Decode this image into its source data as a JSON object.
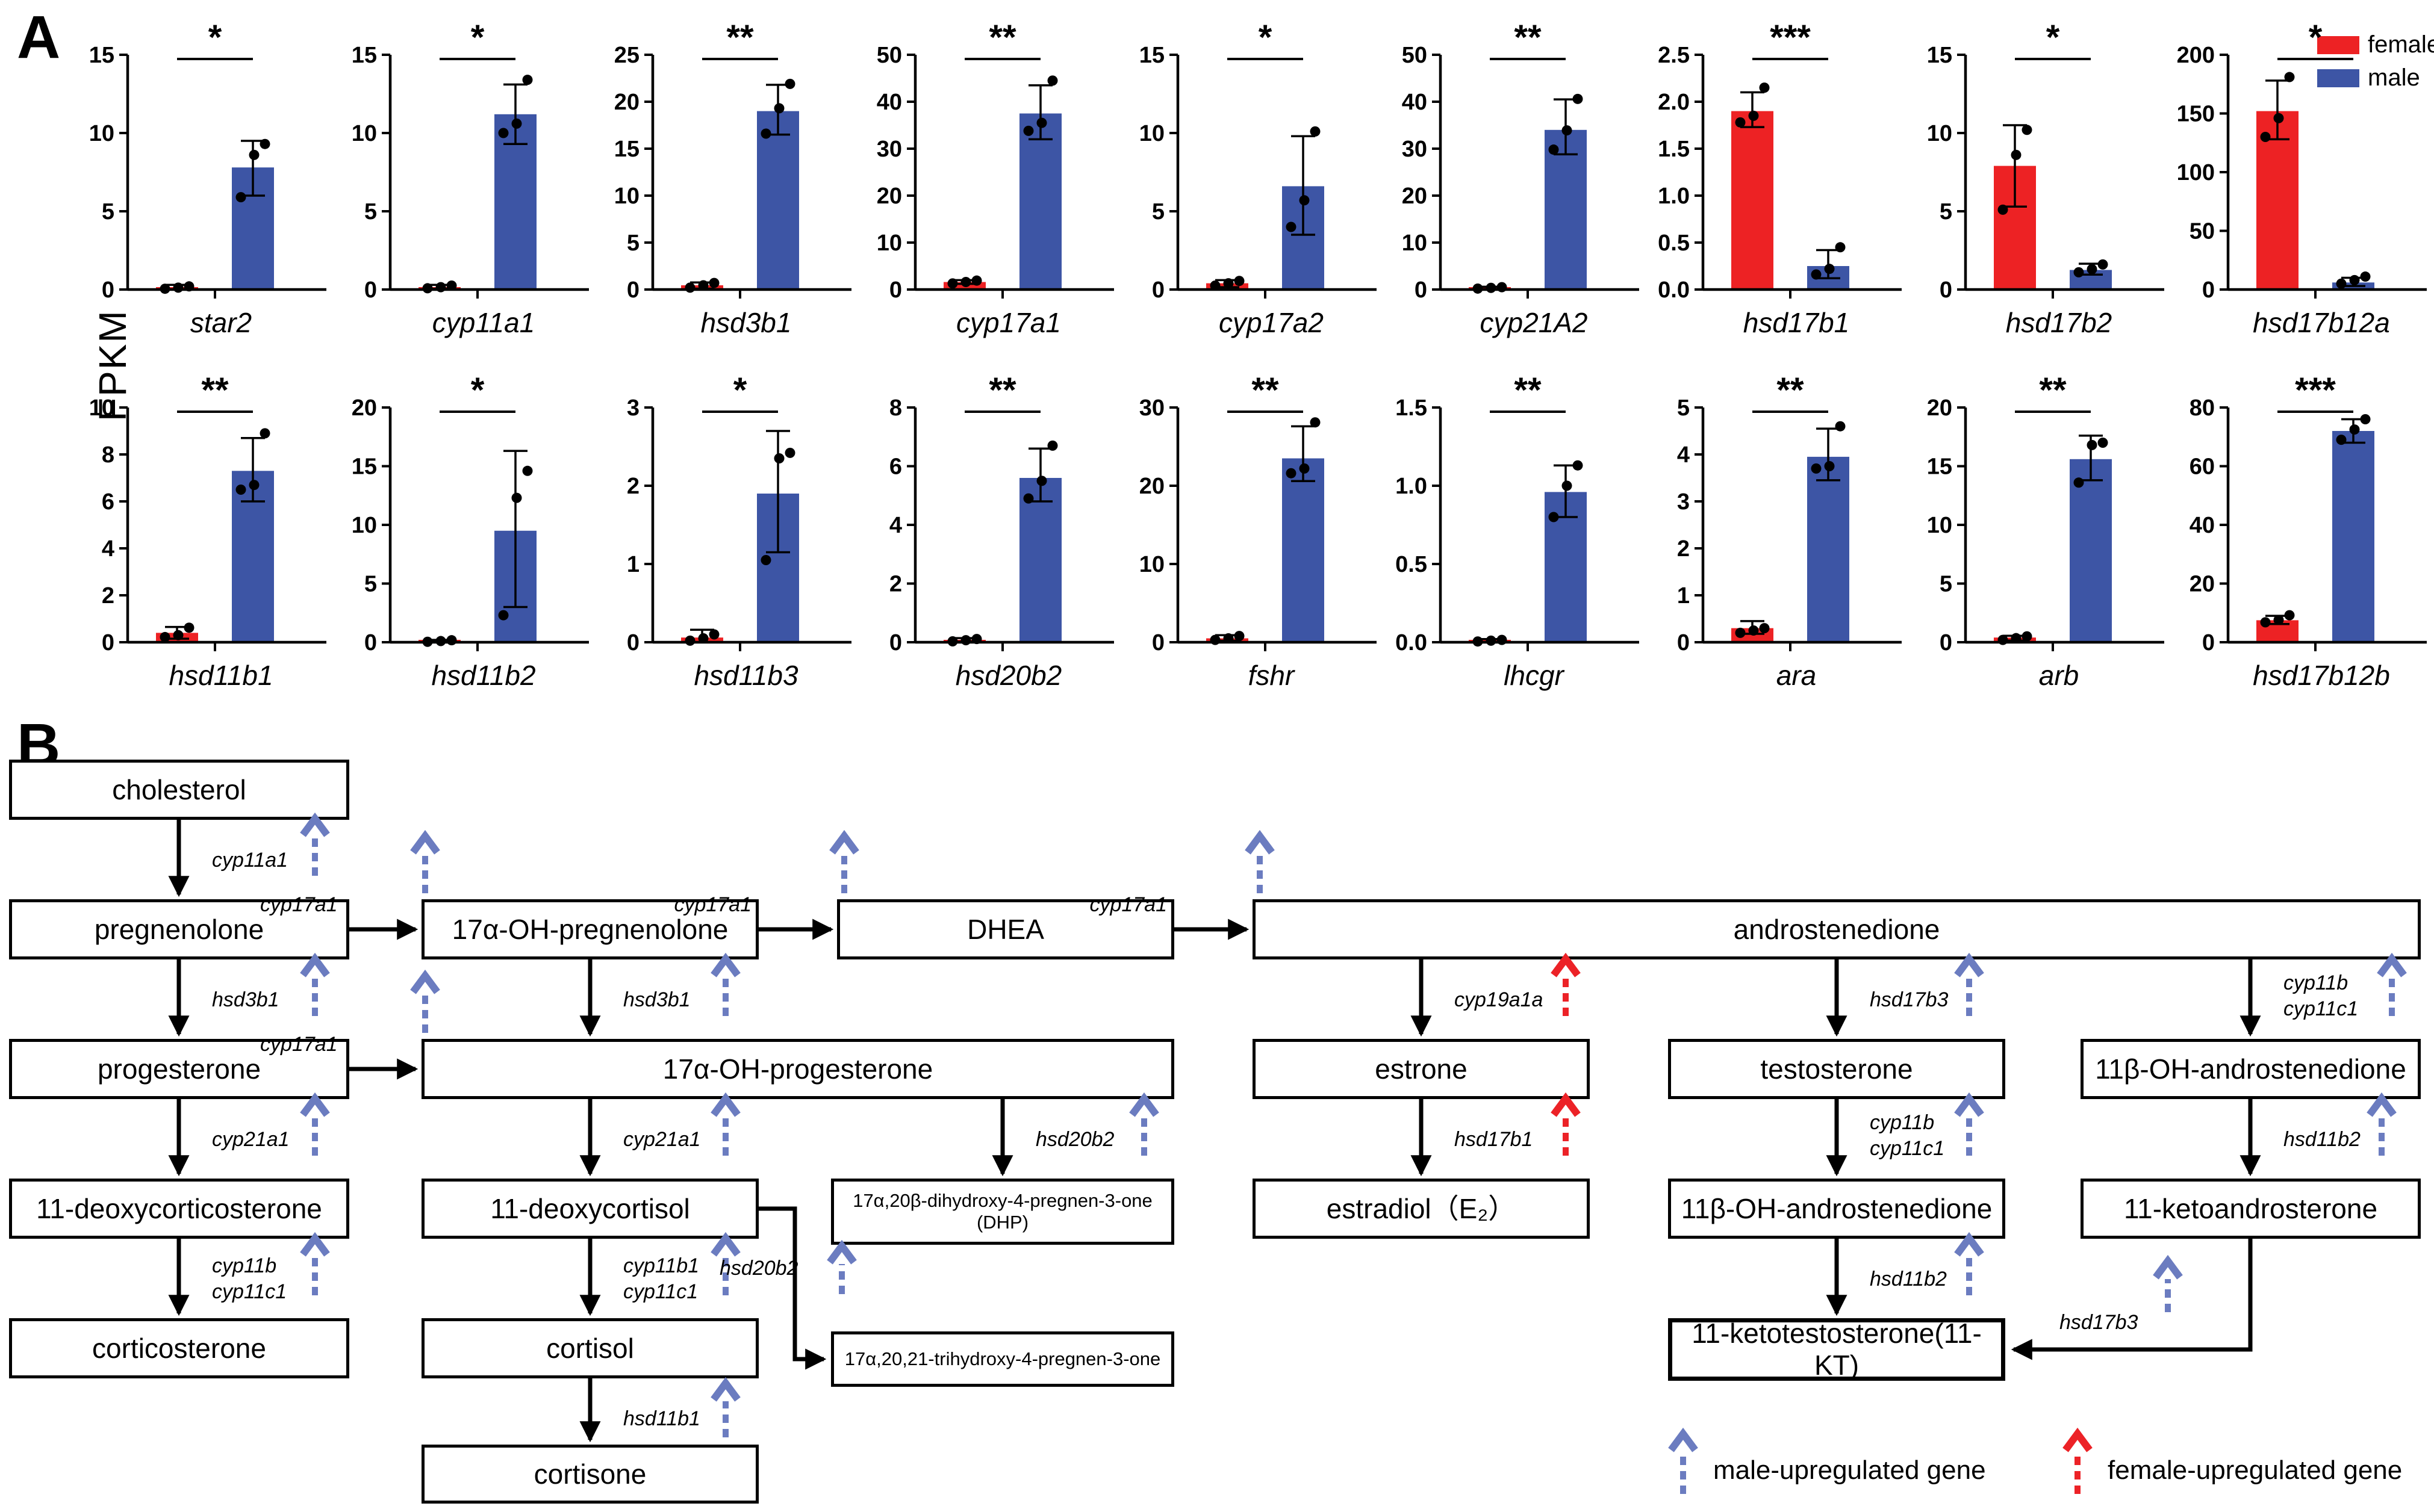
{
  "panel_a": {
    "label": "A",
    "ylabel": "FPKM",
    "legend": {
      "female": "female",
      "male": "male"
    }
  },
  "colors": {
    "female": "#ED2224",
    "male": "#3D55A5",
    "male_arrow": "#6B7CC0",
    "female_arrow": "#EC2227",
    "dots": "#000000"
  },
  "chart_data": [
    {
      "type": "bar",
      "gene": "star2",
      "significance": "*",
      "ylim": [
        0,
        15
      ],
      "yticks": [
        "0",
        "5",
        "10",
        "15"
      ],
      "series": [
        {
          "name": "female",
          "mean": 0.12,
          "err": [
            0.02,
            0.3
          ],
          "points": [
            0.05,
            0.12,
            0.2
          ]
        },
        {
          "name": "male",
          "mean": 7.8,
          "err": [
            6.0,
            9.5
          ],
          "points": [
            5.9,
            8.6,
            9.3
          ]
        }
      ]
    },
    {
      "type": "bar",
      "gene": "cyp11a1",
      "significance": "*",
      "ylim": [
        0,
        15
      ],
      "yticks": [
        "0",
        "5",
        "10",
        "15"
      ],
      "series": [
        {
          "name": "female",
          "mean": 0.15,
          "err": [
            0.05,
            0.3
          ],
          "points": [
            0.08,
            0.15,
            0.25
          ]
        },
        {
          "name": "male",
          "mean": 11.2,
          "err": [
            9.3,
            13.1
          ],
          "points": [
            10.0,
            10.6,
            13.4
          ]
        }
      ]
    },
    {
      "type": "bar",
      "gene": "hsd3b1",
      "significance": "**",
      "ylim": [
        0,
        25
      ],
      "yticks": [
        "0",
        "5",
        "10",
        "15",
        "20",
        "25"
      ],
      "series": [
        {
          "name": "female",
          "mean": 0.45,
          "err": [
            0.1,
            0.75
          ],
          "points": [
            0.2,
            0.45,
            0.7
          ]
        },
        {
          "name": "male",
          "mean": 19.0,
          "err": [
            16.5,
            21.8
          ],
          "points": [
            16.6,
            19.3,
            21.9
          ]
        }
      ]
    },
    {
      "type": "bar",
      "gene": "cyp17a1",
      "significance": "**",
      "ylim": [
        0,
        50
      ],
      "yticks": [
        "0",
        "10",
        "20",
        "30",
        "40",
        "50"
      ],
      "series": [
        {
          "name": "female",
          "mean": 1.6,
          "err": [
            1.2,
            2.0
          ],
          "points": [
            1.3,
            1.6,
            1.9
          ]
        },
        {
          "name": "male",
          "mean": 37.5,
          "err": [
            32.0,
            43.5
          ],
          "points": [
            33.8,
            35.5,
            44.5
          ]
        }
      ]
    },
    {
      "type": "bar",
      "gene": "cyp17a2",
      "significance": "*",
      "ylim": [
        0,
        15
      ],
      "yticks": [
        "0",
        "5",
        "10",
        "15"
      ],
      "series": [
        {
          "name": "female",
          "mean": 0.4,
          "err": [
            0.15,
            0.6
          ],
          "points": [
            0.25,
            0.4,
            0.55
          ]
        },
        {
          "name": "male",
          "mean": 6.6,
          "err": [
            3.5,
            9.8
          ],
          "points": [
            4.0,
            5.7,
            10.1
          ]
        }
      ]
    },
    {
      "type": "bar",
      "gene": "cyp21A2",
      "significance": "**",
      "ylim": [
        0,
        50
      ],
      "yticks": [
        "0",
        "10",
        "20",
        "30",
        "40",
        "50"
      ],
      "series": [
        {
          "name": "female",
          "mean": 0.35,
          "err": [
            0.1,
            0.6
          ],
          "points": [
            0.2,
            0.35,
            0.5
          ]
        },
        {
          "name": "male",
          "mean": 34.0,
          "err": [
            28.8,
            40.5
          ],
          "points": [
            29.8,
            33.9,
            40.6
          ]
        }
      ]
    },
    {
      "type": "bar",
      "gene": "hsd17b1",
      "significance": "***",
      "ylim": [
        0,
        2.5
      ],
      "yticks": [
        "0.0",
        "0.5",
        "1.0",
        "1.5",
        "2.0",
        "2.5"
      ],
      "series": [
        {
          "name": "female",
          "mean": 1.9,
          "err": [
            1.73,
            2.1
          ],
          "points": [
            1.78,
            1.85,
            2.15
          ]
        },
        {
          "name": "male",
          "mean": 0.25,
          "err": [
            0.12,
            0.42
          ],
          "points": [
            0.16,
            0.22,
            0.45
          ]
        }
      ]
    },
    {
      "type": "bar",
      "gene": "hsd17b2",
      "significance": "*",
      "ylim": [
        0,
        15
      ],
      "yticks": [
        "0",
        "5",
        "10",
        "15"
      ],
      "series": [
        {
          "name": "female",
          "mean": 7.9,
          "err": [
            5.3,
            10.5
          ],
          "points": [
            5.1,
            8.6,
            10.2
          ]
        },
        {
          "name": "male",
          "mean": 1.25,
          "err": [
            0.95,
            1.65
          ],
          "points": [
            1.1,
            1.3,
            1.6
          ]
        }
      ]
    },
    {
      "type": "bar",
      "gene": "hsd17b12a",
      "significance": "*",
      "ylim": [
        0,
        200
      ],
      "yticks": [
        "0",
        "50",
        "100",
        "150",
        "200"
      ],
      "series": [
        {
          "name": "female",
          "mean": 152,
          "err": [
            128,
            178
          ],
          "points": [
            130,
            146,
            181
          ]
        },
        {
          "name": "male",
          "mean": 6,
          "err": [
            3,
            10
          ],
          "points": [
            5,
            8,
            11
          ]
        }
      ]
    },
    {
      "type": "bar",
      "gene": "hsd11b1",
      "significance": "**",
      "ylim": [
        0,
        10
      ],
      "yticks": [
        "0",
        "2",
        "4",
        "6",
        "8",
        "10"
      ],
      "series": [
        {
          "name": "female",
          "mean": 0.4,
          "err": [
            0.15,
            0.65
          ],
          "points": [
            0.22,
            0.3,
            0.62
          ]
        },
        {
          "name": "male",
          "mean": 7.3,
          "err": [
            6.0,
            8.7
          ],
          "points": [
            6.5,
            6.7,
            8.9
          ]
        }
      ]
    },
    {
      "type": "bar",
      "gene": "hsd11b2",
      "significance": "*",
      "ylim": [
        0,
        20
      ],
      "yticks": [
        "0",
        "5",
        "10",
        "15",
        "20"
      ],
      "series": [
        {
          "name": "female",
          "mean": 0.1,
          "err": [
            0.02,
            0.2
          ],
          "points": [
            0.04,
            0.1,
            0.17
          ]
        },
        {
          "name": "male",
          "mean": 9.5,
          "err": [
            3.0,
            16.3
          ],
          "points": [
            2.3,
            12.3,
            14.6
          ]
        }
      ]
    },
    {
      "type": "bar",
      "gene": "hsd11b3",
      "significance": "*",
      "ylim": [
        0,
        3
      ],
      "yticks": [
        "0",
        "1",
        "2",
        "3"
      ],
      "series": [
        {
          "name": "female",
          "mean": 0.06,
          "err": [
            0.0,
            0.16
          ],
          "points": [
            0.02,
            0.05,
            0.1
          ]
        },
        {
          "name": "male",
          "mean": 1.9,
          "err": [
            1.15,
            2.7
          ],
          "points": [
            1.05,
            2.35,
            2.42
          ]
        }
      ]
    },
    {
      "type": "bar",
      "gene": "hsd20b2",
      "significance": "**",
      "ylim": [
        0,
        8
      ],
      "yticks": [
        "0",
        "2",
        "4",
        "6",
        "8"
      ],
      "series": [
        {
          "name": "female",
          "mean": 0.07,
          "err": [
            0.02,
            0.14
          ],
          "points": [
            0.03,
            0.07,
            0.11
          ]
        },
        {
          "name": "male",
          "mean": 5.6,
          "err": [
            4.8,
            6.6
          ],
          "points": [
            4.9,
            5.5,
            6.7
          ]
        }
      ]
    },
    {
      "type": "bar",
      "gene": "fshr",
      "significance": "**",
      "ylim": [
        0,
        30
      ],
      "yticks": [
        "0",
        "10",
        "20",
        "30"
      ],
      "series": [
        {
          "name": "female",
          "mean": 0.5,
          "err": [
            0.2,
            0.9
          ],
          "points": [
            0.3,
            0.5,
            0.8
          ]
        },
        {
          "name": "male",
          "mean": 23.5,
          "err": [
            20.6,
            27.6
          ],
          "points": [
            21.6,
            22.2,
            28.1
          ]
        }
      ]
    },
    {
      "type": "bar",
      "gene": "lhcgr",
      "significance": "**",
      "ylim": [
        0,
        1.5
      ],
      "yticks": [
        "0.0",
        "0.5",
        "1.0",
        "1.5"
      ],
      "series": [
        {
          "name": "female",
          "mean": 0.01,
          "err": [
            0.0,
            0.02
          ],
          "points": [
            0.005,
            0.01,
            0.015
          ]
        },
        {
          "name": "male",
          "mean": 0.96,
          "err": [
            0.8,
            1.13
          ],
          "points": [
            0.8,
            1.0,
            1.13
          ]
        }
      ]
    },
    {
      "type": "bar",
      "gene": "ara",
      "significance": "**",
      "ylim": [
        0,
        5
      ],
      "yticks": [
        "0",
        "1",
        "2",
        "3",
        "4",
        "5"
      ],
      "series": [
        {
          "name": "female",
          "mean": 0.3,
          "err": [
            0.18,
            0.45
          ],
          "points": [
            0.2,
            0.25,
            0.3
          ]
        },
        {
          "name": "male",
          "mean": 3.95,
          "err": [
            3.45,
            4.55
          ],
          "points": [
            3.7,
            3.75,
            4.6
          ]
        }
      ]
    },
    {
      "type": "bar",
      "gene": "arb",
      "significance": "**",
      "ylim": [
        0,
        20
      ],
      "yticks": [
        "0",
        "5",
        "10",
        "15",
        "20"
      ],
      "series": [
        {
          "name": "female",
          "mean": 0.4,
          "err": [
            0.15,
            0.55
          ],
          "points": [
            0.2,
            0.35,
            0.5
          ]
        },
        {
          "name": "male",
          "mean": 15.6,
          "err": [
            13.8,
            17.6
          ],
          "points": [
            13.6,
            16.8,
            17.0
          ]
        }
      ]
    },
    {
      "type": "bar",
      "gene": "hsd17b12b",
      "significance": "***",
      "ylim": [
        0,
        80
      ],
      "yticks": [
        "0",
        "20",
        "40",
        "60",
        "80"
      ],
      "series": [
        {
          "name": "female",
          "mean": 7.5,
          "err": [
            6.2,
            9.0
          ],
          "points": [
            6.8,
            7.6,
            9.2
          ]
        },
        {
          "name": "male",
          "mean": 72,
          "err": [
            68,
            76
          ],
          "points": [
            69,
            72.5,
            76
          ]
        }
      ]
    }
  ],
  "pathway": {
    "label": "B",
    "nodes": [
      {
        "id": "cholesterol",
        "label": "cholesterol"
      },
      {
        "id": "pregnenolone",
        "label": "pregnenolone"
      },
      {
        "id": "progesterone",
        "label": "progesterone"
      },
      {
        "id": "deoxycorticosterone",
        "label": "11-deoxycorticosterone"
      },
      {
        "id": "corticosterone",
        "label": "corticosterone"
      },
      {
        "id": "ohpregnenolone",
        "label": "17α-OH-pregnenolone"
      },
      {
        "id": "ohprogesterone",
        "label": "17α-OH-progesterone"
      },
      {
        "id": "deoxycortisol",
        "label": "11-deoxycortisol"
      },
      {
        "id": "cortisol",
        "label": "cortisol"
      },
      {
        "id": "cortisone",
        "label": "cortisone"
      },
      {
        "id": "dhp",
        "label": "17α,20β-dihydroxy-4-pregnen-3-one",
        "label2": "(DHP)"
      },
      {
        "id": "trihydroxy",
        "label": "17α,20,21-trihydroxy-4-pregnen-3-one"
      },
      {
        "id": "dhea",
        "label": "DHEA"
      },
      {
        "id": "androstenedione",
        "label": "androstenedione"
      },
      {
        "id": "estrone",
        "label": "estrone"
      },
      {
        "id": "estradiol",
        "label": "estradiol（E₂）"
      },
      {
        "id": "testosterone",
        "label": "testosterone"
      },
      {
        "id": "ohandro_mid",
        "label": "11β-OH-androstenedione"
      },
      {
        "id": "ohandro_right",
        "label": "11β-OH-androstenedione"
      },
      {
        "id": "ketoandrosterone",
        "label": "11-ketoandrosterone"
      },
      {
        "id": "kt",
        "label": "11-ketotestosterone(11-KT)"
      }
    ],
    "edges": [
      {
        "from": "cholesterol",
        "to": "pregnenolone",
        "genes": [
          "cyp11a1"
        ],
        "regulation": "male"
      },
      {
        "from": "pregnenolone",
        "to": "ohpregnenolone",
        "genes": [
          "cyp17a1"
        ],
        "regulation": "male"
      },
      {
        "from": "pregnenolone",
        "to": "progesterone",
        "genes": [
          "hsd3b1"
        ],
        "regulation": "male"
      },
      {
        "from": "ohpregnenolone",
        "to": "dhea",
        "genes": [
          "cyp17a1"
        ],
        "regulation": "male"
      },
      {
        "from": "dhea",
        "to": "androstenedione",
        "genes": [
          "cyp17a1"
        ],
        "regulation": "male"
      },
      {
        "from": "ohpregnenolone",
        "to": "ohprogesterone",
        "genes": [
          "hsd3b1"
        ],
        "regulation": "male"
      },
      {
        "from": "progesterone",
        "to": "ohprogesterone",
        "genes": [
          "cyp17a1"
        ],
        "regulation": "male"
      },
      {
        "from": "progesterone",
        "to": "deoxycorticosterone",
        "genes": [
          "cyp21a1"
        ],
        "regulation": "male"
      },
      {
        "from": "ohprogesterone",
        "to": "deoxycortisol",
        "genes": [
          "cyp21a1"
        ],
        "regulation": "male"
      },
      {
        "from": "ohprogesterone",
        "to": "dhp",
        "genes": [
          "hsd20b2"
        ],
        "regulation": "male"
      },
      {
        "from": "deoxycorticosterone",
        "to": "corticosterone",
        "genes": [
          "cyp11b",
          "cyp11c1"
        ],
        "regulation": "male"
      },
      {
        "from": "deoxycortisol",
        "to": "cortisol",
        "genes": [
          "cyp11b1",
          "cyp11c1"
        ],
        "regulation": "male"
      },
      {
        "from": "deoxycortisol",
        "to": "trihydroxy",
        "genes": [
          "hsd20b2"
        ],
        "regulation": "male"
      },
      {
        "from": "cortisol",
        "to": "cortisone",
        "genes": [
          "hsd11b1"
        ],
        "regulation": "male"
      },
      {
        "from": "androstenedione",
        "to": "estrone",
        "genes": [
          "cyp19a1a"
        ],
        "regulation": "female"
      },
      {
        "from": "estrone",
        "to": "estradiol",
        "genes": [
          "hsd17b1"
        ],
        "regulation": "female"
      },
      {
        "from": "androstenedione",
        "to": "testosterone",
        "genes": [
          "hsd17b3"
        ],
        "regulation": "male"
      },
      {
        "from": "androstenedione",
        "to": "ohandro_right",
        "genes": [
          "cyp11b",
          "cyp11c1"
        ],
        "regulation": "male"
      },
      {
        "from": "testosterone",
        "to": "ohandro_mid",
        "genes": [
          "cyp11b",
          "cyp11c1"
        ],
        "regulation": "male"
      },
      {
        "from": "ohandro_right",
        "to": "ketoandrosterone",
        "genes": [
          "hsd11b2"
        ],
        "regulation": "male"
      },
      {
        "from": "ohandro_mid",
        "to": "kt",
        "genes": [
          "hsd11b2"
        ],
        "regulation": "male"
      },
      {
        "from": "ketoandrosterone",
        "to": "kt",
        "genes": [
          "hsd17b3"
        ],
        "regulation": "male"
      }
    ],
    "legend": [
      {
        "label": "male-upregulated gene",
        "regulation": "male"
      },
      {
        "label": "female-upregulated gene",
        "regulation": "female"
      }
    ]
  }
}
